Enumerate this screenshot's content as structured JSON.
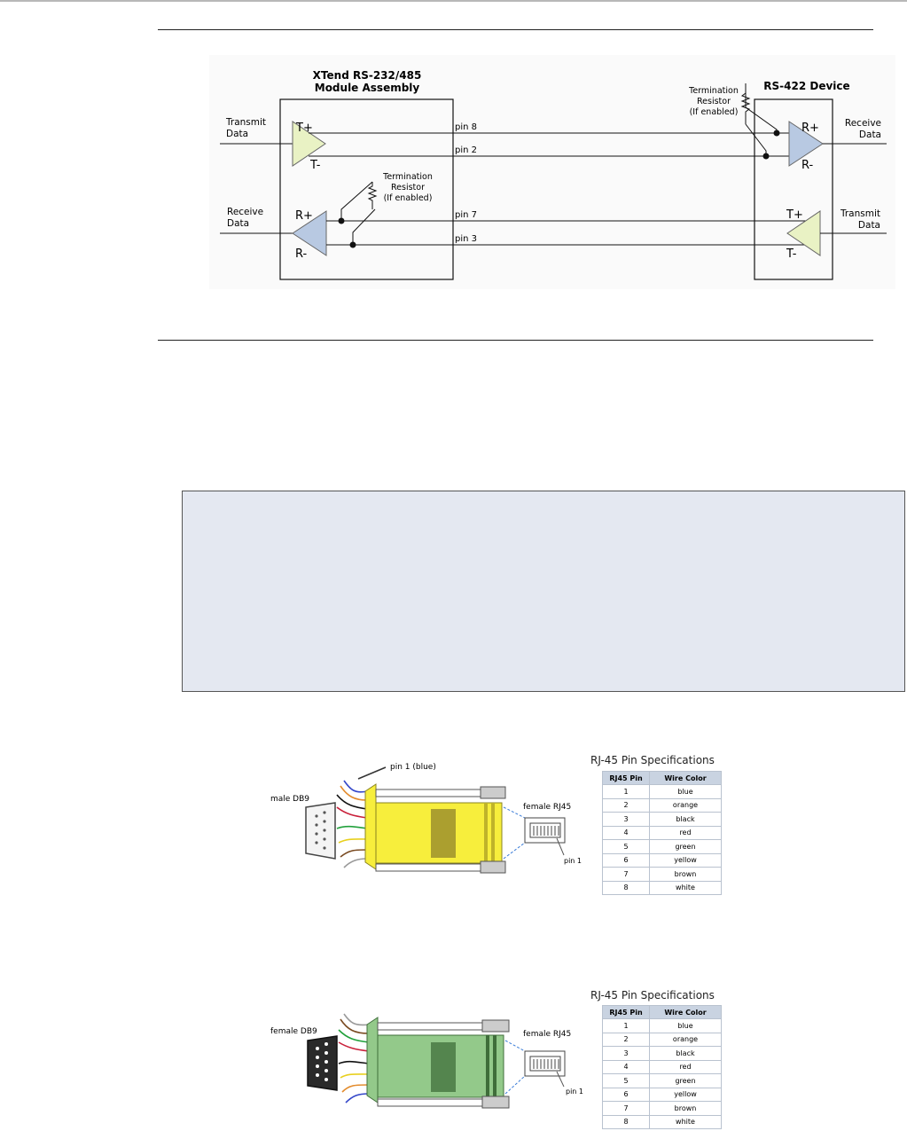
{
  "diagram": {
    "left_title_line1": "XTend RS-232/485",
    "left_title_line2": "Module Assembly",
    "right_title": "RS-422 Device",
    "transmit_line1": "Transmit",
    "transmit_line2": "Data",
    "receive_line1": "Receive",
    "receive_line2": "Data",
    "right_receive_line1": "Receive",
    "right_receive_line2": "Data",
    "right_transmit_line1": "Transmit",
    "right_transmit_line2": "Data",
    "tplus": "T+",
    "tminus": "T-",
    "rplus": "R+",
    "rminus": "R-",
    "term_line1": "Termination",
    "term_line2": "Resistor",
    "term_line3": "(If enabled)",
    "pin8": "pin 8",
    "pin2": "pin 2",
    "pin7": "pin 7",
    "pin3": "pin 3"
  },
  "adapter1": {
    "db9_label": "male DB9",
    "pin1_blue": "pin 1 (blue)",
    "rj45_label": "female RJ45",
    "pin1": "pin 1",
    "body_color": "#f7ee3c"
  },
  "adapter2": {
    "db9_label": "female DB9",
    "rj45_label": "female RJ45",
    "pin1": "pin 1",
    "body_color": "#93c98a"
  },
  "pin_table": {
    "title": "RJ-45 Pin Specifications",
    "col_pin": "RJ45 Pin",
    "col_color": "Wire Color",
    "rows": [
      {
        "pin": "1",
        "color": "blue"
      },
      {
        "pin": "2",
        "color": "orange"
      },
      {
        "pin": "3",
        "color": "black"
      },
      {
        "pin": "4",
        "color": "red"
      },
      {
        "pin": "5",
        "color": "green"
      },
      {
        "pin": "6",
        "color": "yellow"
      },
      {
        "pin": "7",
        "color": "brown"
      },
      {
        "pin": "8",
        "color": "white"
      }
    ]
  },
  "colors": {
    "amp_green": "#e9f2c4",
    "amp_blue": "#b8c9e2",
    "note_bg": "#e4e8f1"
  }
}
